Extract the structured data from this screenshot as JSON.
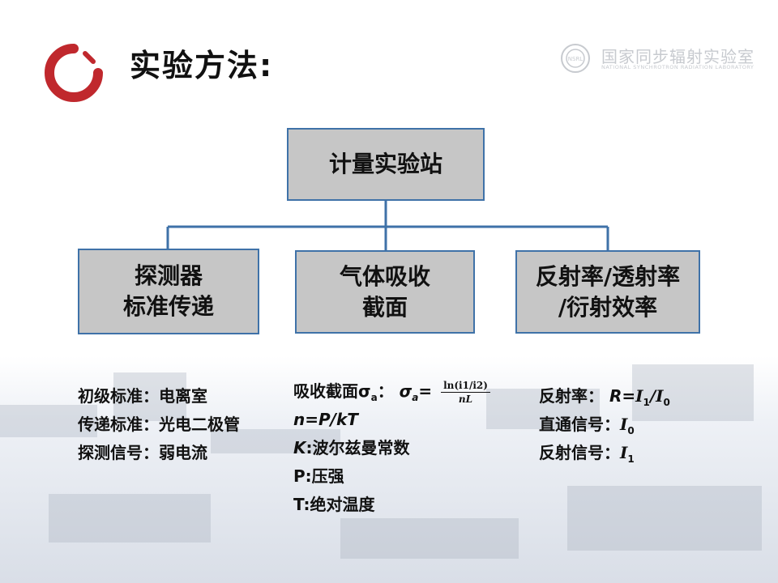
{
  "header": {
    "title": "实验方法:",
    "lab_name_cn": "国家同步辐射实验室",
    "lab_name_en": "NATIONAL SYNCHROTRON RADIATION LABORATORY",
    "lab_icon_text": "NSRL"
  },
  "colors": {
    "box_fill": "#c6c6c6",
    "box_border": "#3f72a8",
    "connector": "#3f72a8",
    "logo_red": "#c0282d"
  },
  "diagram": {
    "root": "计量实验站",
    "children": [
      "探测器\n标准传递",
      "气体吸收\n截面",
      "反射率/透射率\n/衍射效率"
    ]
  },
  "left_column": [
    "初级标准：电离室",
    "传递标准：光电二极管",
    "探测信号：弱电流"
  ],
  "middle_column": {
    "sigma_label": "吸收截面σ",
    "sigma_sub": "a",
    "sigma_colon": "：",
    "sigma_lhs": "σ",
    "sigma_lhs_sub": "a",
    "equals": "=",
    "frac_num": "ln(i1/i2)",
    "frac_den": "nL",
    "line2": "n=P/kT",
    "line3_var": "K",
    "line3_text": ":波尔兹曼常数",
    "line4": "P:压强",
    "line5": "T:绝对温度"
  },
  "right_column": {
    "r_label": "反射率：",
    "r_formula_var": "R",
    "r_formula_eq": "=",
    "r_formula_i1": "I",
    "r_formula_i1_sub": "1",
    "r_formula_slash": "/",
    "r_formula_i0": "I",
    "r_formula_i0_sub": "0",
    "direct_label": "直通信号：",
    "direct_var": "I",
    "direct_sub": "0",
    "reflect_label": "反射信号：",
    "reflect_var": "I",
    "reflect_sub": "1"
  }
}
